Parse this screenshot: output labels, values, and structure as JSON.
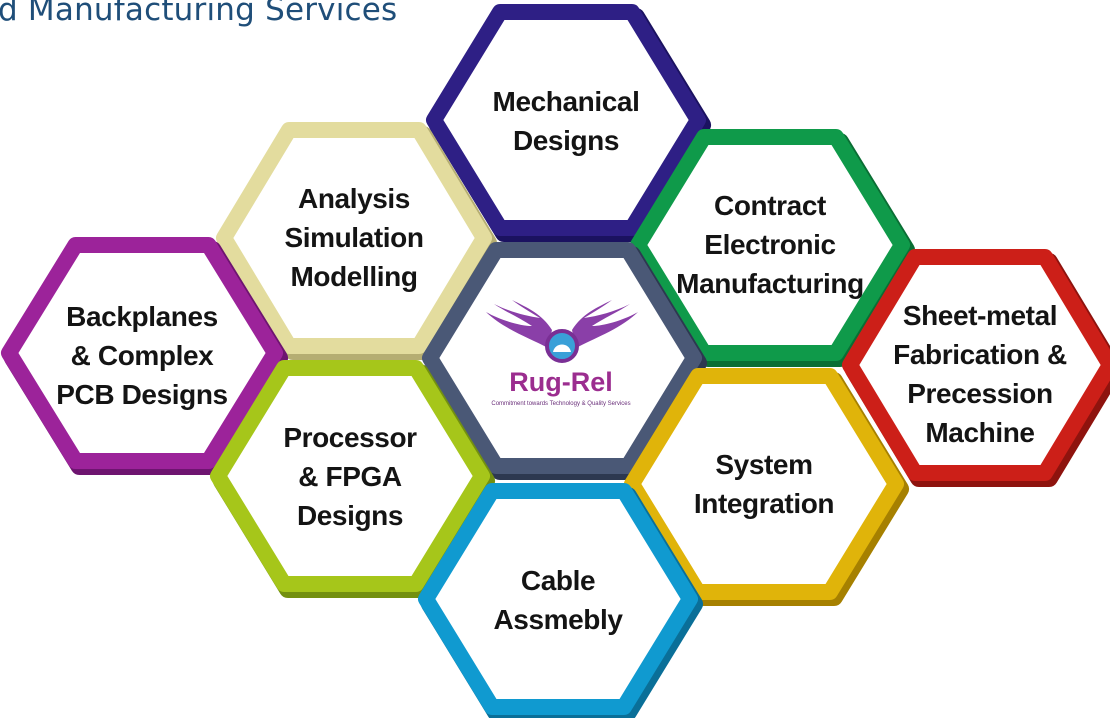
{
  "title": "d Manufacturing Services",
  "logo": {
    "name": "Rug-Rel",
    "tagline": "Commitment towards Technology & Quality Services"
  },
  "hexagons": [
    {
      "id": "mechanical",
      "lines": [
        "Mechanical",
        "Designs"
      ],
      "color": "#2e1f85",
      "shade": "#1b1260"
    },
    {
      "id": "analysis",
      "lines": [
        "Analysis",
        "Simulation",
        "Modelling"
      ],
      "color": "#e3dc9e",
      "shade": "#b5ad72"
    },
    {
      "id": "contract",
      "lines": [
        "Contract",
        "Electronic",
        "Manufacturing"
      ],
      "color": "#0f9a4a",
      "shade": "#0a6e34"
    },
    {
      "id": "backplanes",
      "lines": [
        "Backplanes",
        "& Complex",
        "PCB Designs"
      ],
      "color": "#9c239a",
      "shade": "#6e1470"
    },
    {
      "id": "center",
      "lines": [],
      "color": "#4a5876",
      "shade": "#2d3850"
    },
    {
      "id": "sheet-metal",
      "lines": [
        "Sheet-metal",
        "Fabrication &",
        "Precession",
        "Machine"
      ],
      "color": "#cc1f18",
      "shade": "#8e130e"
    },
    {
      "id": "processor",
      "lines": [
        "Processor",
        "& FPGA",
        "Designs"
      ],
      "color": "#a6c61a",
      "shade": "#73900f"
    },
    {
      "id": "system",
      "lines": [
        "System",
        "Integration"
      ],
      "color": "#e0b40a",
      "shade": "#a68000"
    },
    {
      "id": "cable",
      "lines": [
        "Cable",
        "Assmebly"
      ],
      "color": "#109ad0",
      "shade": "#0a6f98"
    }
  ]
}
